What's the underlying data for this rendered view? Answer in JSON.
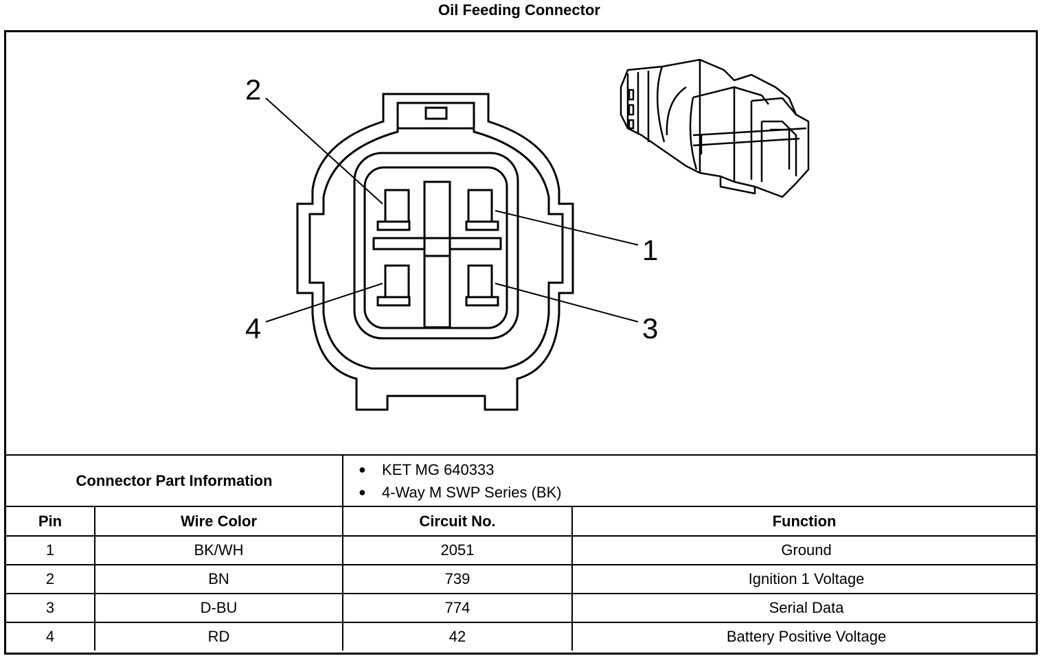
{
  "title": "Oil Feeding Connector",
  "pin_labels": [
    "2",
    "1",
    "4",
    "3"
  ],
  "part_info": {
    "label": "Connector Part Information",
    "items": [
      "KET MG 640333",
      "4-Way M SWP Series (BK)"
    ]
  },
  "table": {
    "headers": [
      "Pin",
      "Wire Color",
      "Circuit No.",
      "Function"
    ],
    "rows": [
      [
        "1",
        "BK/WH",
        "2051",
        "Ground"
      ],
      [
        "2",
        "BN",
        "739",
        "Ignition 1 Voltage"
      ],
      [
        "3",
        "D-BU",
        "774",
        "Serial Data"
      ],
      [
        "4",
        "RD",
        "42",
        "Battery Positive Voltage"
      ]
    ]
  }
}
